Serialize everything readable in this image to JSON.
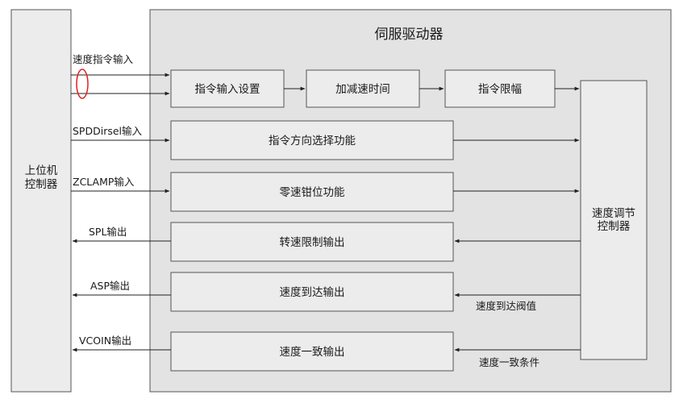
{
  "diagram": {
    "title": "伺服驱动器",
    "host": {
      "line1": "上位机",
      "line2": "控制器"
    },
    "controller": {
      "line1": "速度调节",
      "line2": "控制器"
    },
    "blocks": {
      "cmd_input_setting": "指令输入设置",
      "accel_decel_time": "加减速时间",
      "cmd_limit": "指令限幅",
      "cmd_direction_select": "指令方向选择功能",
      "zero_speed_clamp": "零速钳位功能",
      "speed_limit_output": "转速限制输出",
      "speed_reached_output": "速度到达输出",
      "speed_coincide_output": "速度一致输出"
    },
    "signals": {
      "speed_cmd_input": "速度指令输入",
      "spddirsel_input": "SPDDirsel输入",
      "zclamp_input": "ZCLAMP输入",
      "spl_output": "SPL输出",
      "asp_output": "ASP输出",
      "vcoin_output": "VCOIN输出",
      "speed_reached_threshold": "速度到达阀值",
      "speed_coincide_condition": "速度一致条件"
    },
    "colors": {
      "outer_fill": "#e3e3e3",
      "block_fill": "#ececec",
      "differential_marker": "#e02020"
    }
  }
}
